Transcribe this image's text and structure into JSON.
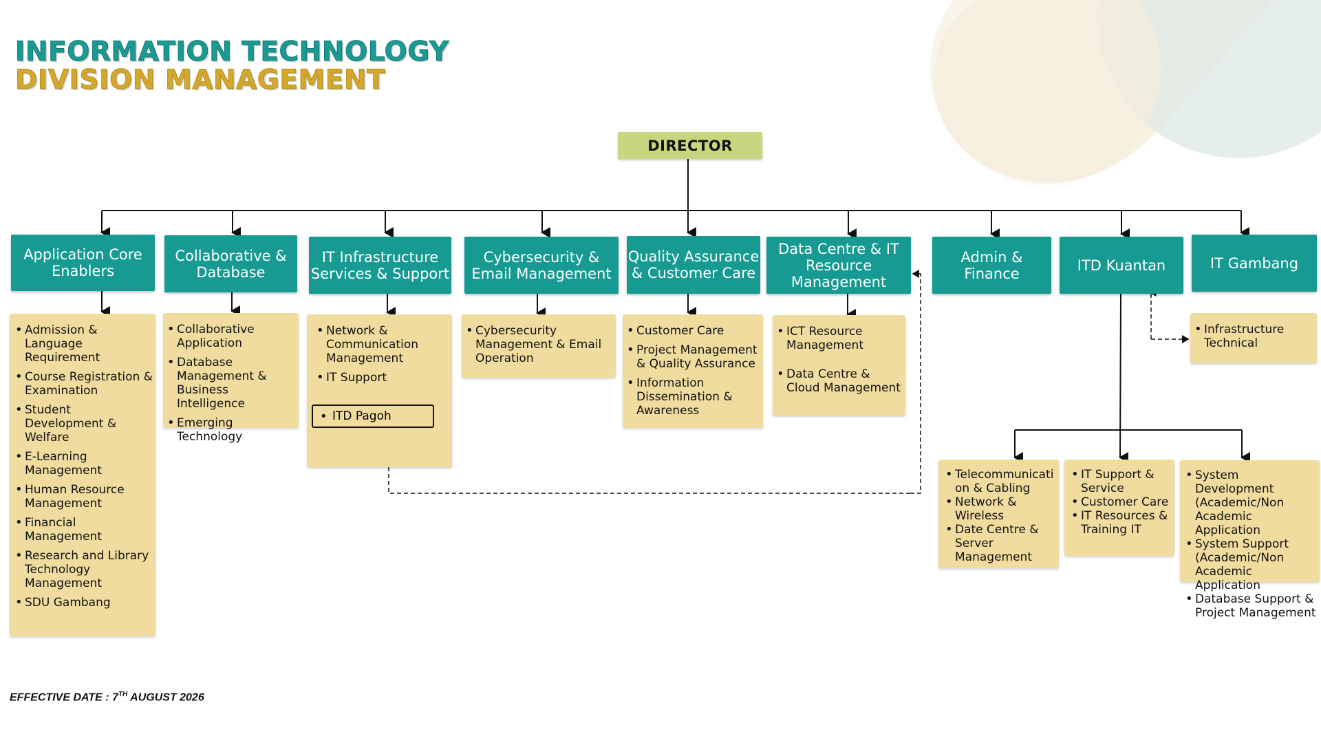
{
  "title": {
    "line1": "INFORMATION TECHNOLOGY",
    "line2": "DIVISION MANAGEMENT"
  },
  "director": "DIRECTOR",
  "departments": [
    {
      "label": "Application Core Enablers"
    },
    {
      "label": "Collaborative & Database"
    },
    {
      "label": "IT Infrastructure Services & Support"
    },
    {
      "label": "Cybersecurity & Email Management"
    },
    {
      "label": "Quality Assurance & Customer Care"
    },
    {
      "label": "Data Centre & IT Resource Management"
    },
    {
      "label": "Admin & Finance"
    },
    {
      "label": "ITD Kuantan"
    },
    {
      "label": "IT Gambang"
    }
  ],
  "lists": {
    "app_core": [
      "Admission & Language Requirement",
      "Course Registration & Examination",
      "Student Development & Welfare",
      "E-Learning Management",
      "Human Resource Management",
      "Financial Management",
      "Research and Library Technology Management",
      "SDU Gambang"
    ],
    "collab": [
      "Collaborative Application",
      "Database Management & Business Intelligence",
      "Emerging Technology"
    ],
    "infra": [
      "Network & Communication Management",
      "IT Support"
    ],
    "infra_pagoh": "ITD Pagoh",
    "cyber": [
      "Cybersecurity Management & Email Operation"
    ],
    "qa": [
      "Customer Care",
      "Project Management & Quality Assurance",
      "Information Dissemination & Awareness"
    ],
    "dc": [
      "ICT Resource Management",
      "Data Centre & Cloud Management"
    ],
    "gambang": [
      "Infrastructure Technical"
    ],
    "kuantan_1": [
      "Telecommunication & Cabling",
      "Network & Wireless",
      "Date Centre & Server Management"
    ],
    "kuantan_2": [
      "IT Support & Service",
      "Customer Care",
      "IT Resources & Training IT"
    ],
    "kuantan_3": [
      "System Development (Academic/Non Academic Application",
      "System Support (Academic/Non Academic Application",
      "Database Support & Project Management"
    ]
  },
  "effective": {
    "prefix": "EFFECTIVE DATE : 7",
    "sup": "TH",
    "suffix": " AUGUST 2026"
  },
  "colors": {
    "teal": "#169a92",
    "gold": "#d4a82a",
    "director": "#c9d67f",
    "card": "#f1dc9f"
  }
}
